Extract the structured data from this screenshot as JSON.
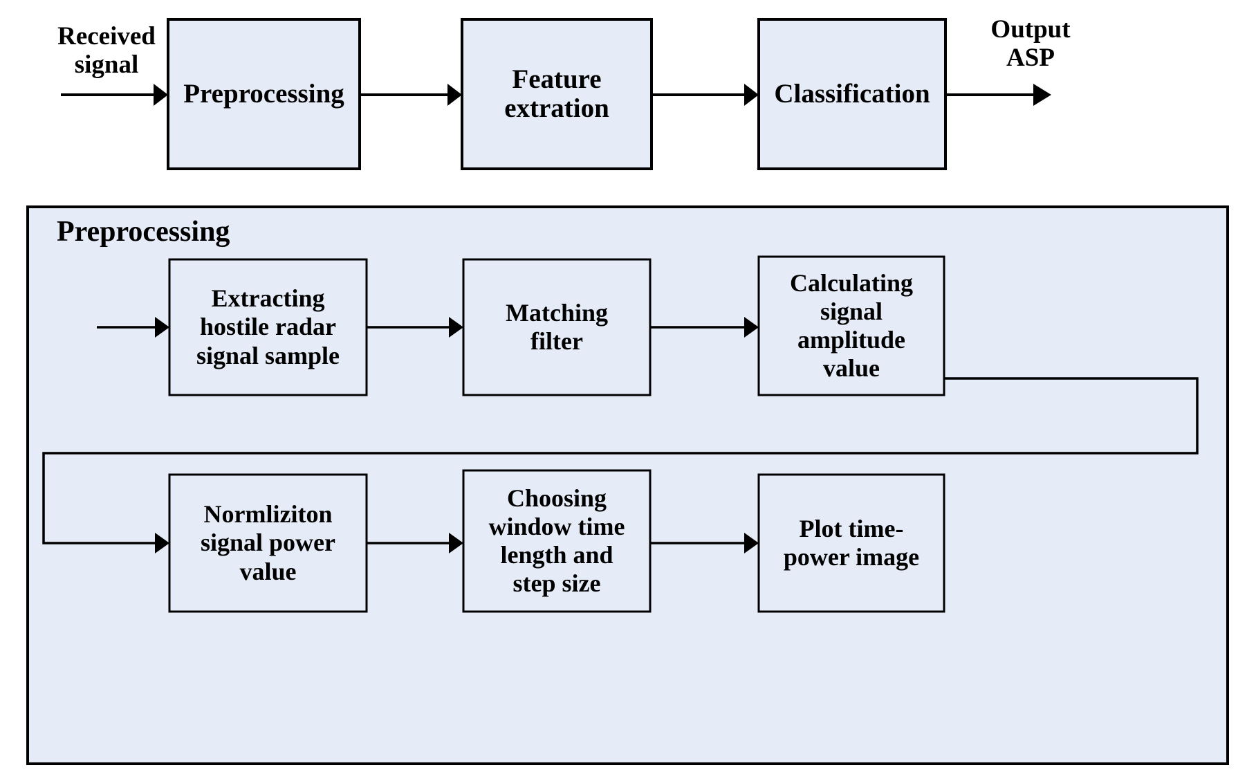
{
  "diagram": {
    "title_hidden": "Radar signal preprocessing and classification pipeline",
    "colors": {
      "box_fill": "#e6ecf7",
      "panel_fill": "#e6ecf7",
      "stroke": "#000000",
      "background": "#ffffff"
    },
    "top_flow": {
      "input_label": "Received\nsignal",
      "output_label": "Output\nASP",
      "stages": [
        {
          "id": "preprocessing",
          "label": "Preprocessing"
        },
        {
          "id": "feature-extration",
          "label": "Feature\nextration"
        },
        {
          "id": "classification",
          "label": "Classification"
        }
      ],
      "connectors": [
        {
          "from": "input",
          "to": "preprocessing",
          "type": "arrow"
        },
        {
          "from": "preprocessing",
          "to": "feature-extration",
          "type": "arrow"
        },
        {
          "from": "feature-extration",
          "to": "classification",
          "type": "arrow"
        },
        {
          "from": "classification",
          "to": "output",
          "type": "arrow"
        }
      ]
    },
    "detail_panel": {
      "title": "Preprocessing",
      "row1": [
        {
          "id": "extracting-sample",
          "label": "Extracting\nhostile radar\nsignal sample"
        },
        {
          "id": "matching-filter",
          "label": "Matching\nfilter"
        },
        {
          "id": "calculating-amplitude",
          "label": "Calculating\nsignal\namplitude\nvalue"
        }
      ],
      "row2": [
        {
          "id": "normliziton-power",
          "label": "Normliziton\nsignal power\nvalue"
        },
        {
          "id": "choosing-window",
          "label": "Choosing\nwindow time\nlength and\nstep size"
        },
        {
          "id": "plot-time-power",
          "label": "Plot time-\npower image"
        }
      ],
      "connectors": [
        {
          "from": "panel-input",
          "to": "extracting-sample",
          "type": "arrow"
        },
        {
          "from": "extracting-sample",
          "to": "matching-filter",
          "type": "arrow"
        },
        {
          "from": "matching-filter",
          "to": "calculating-amplitude",
          "type": "arrow"
        },
        {
          "from": "calculating-amplitude",
          "to": "normliziton-power",
          "type": "wrap-arrow"
        },
        {
          "from": "normliziton-power",
          "to": "choosing-window",
          "type": "arrow"
        },
        {
          "from": "choosing-window",
          "to": "plot-time-power",
          "type": "arrow"
        }
      ]
    }
  }
}
